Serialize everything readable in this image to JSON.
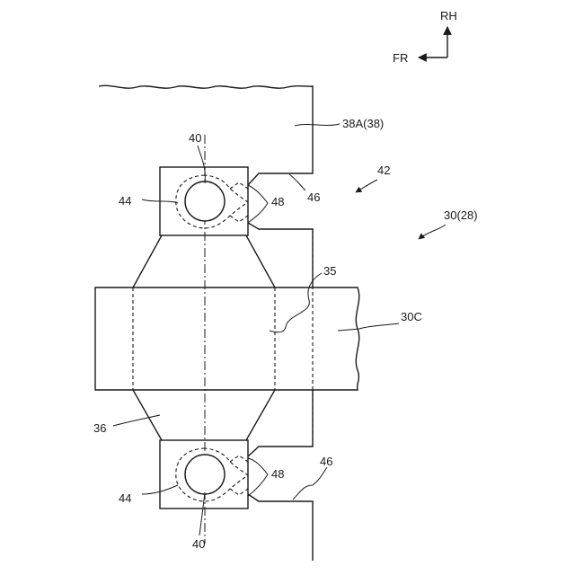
{
  "labels": {
    "rh": "RH",
    "fr": "FR",
    "ref_38a": "38A(38)",
    "ref_40_top": "40",
    "ref_40_bottom": "40",
    "ref_44_top": "44",
    "ref_44_bottom": "44",
    "ref_48_top": "48",
    "ref_48_bottom": "48",
    "ref_46_top": "46",
    "ref_46_bottom": "46",
    "ref_42": "42",
    "ref_30": "30(28)",
    "ref_35": "35",
    "ref_30c": "30C",
    "ref_36": "36"
  }
}
